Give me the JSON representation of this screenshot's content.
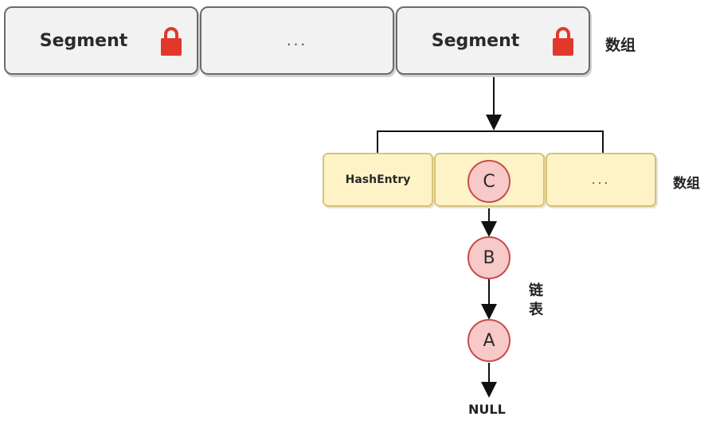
{
  "segments": {
    "labels": [
      "Segment",
      "...",
      "Segment"
    ],
    "array_label": "数组"
  },
  "entries": {
    "labels": [
      "HashEntry",
      "",
      "..."
    ],
    "array_label": "数组"
  },
  "nodes": [
    "C",
    "B",
    "A"
  ],
  "linked_list_label": "链\n表",
  "null_label": "NULL",
  "colors": {
    "segment_fill": "#f2f2f2",
    "entry_fill": "#fdf3c6",
    "node_fill": "#f8c9c9",
    "node_stroke": "#c94b4b",
    "lock": "#e2382b"
  },
  "icons": [
    "lock-icon",
    "lock-icon"
  ]
}
